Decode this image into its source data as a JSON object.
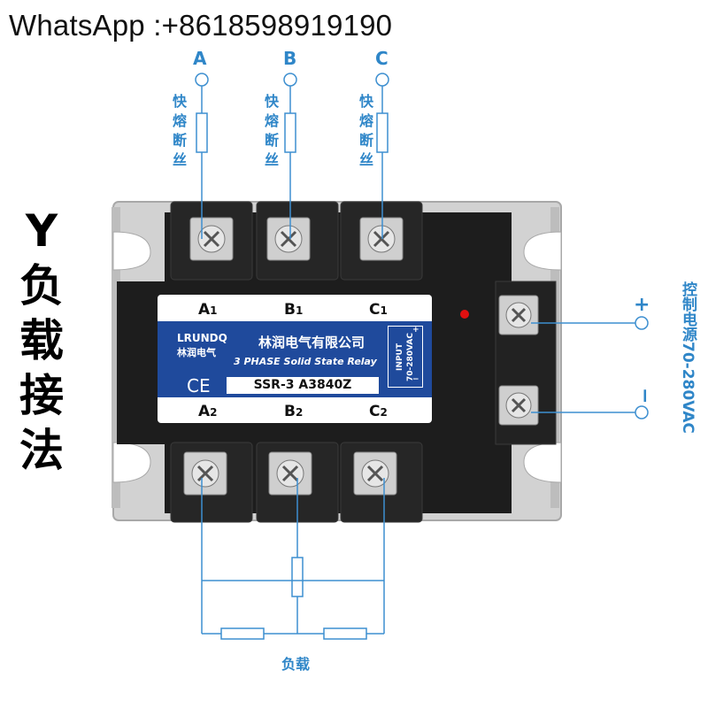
{
  "watermark": "WhatsApp :+8618598919190",
  "title_chars": [
    "Y",
    "负",
    "载",
    "接",
    "法"
  ],
  "phases_top": [
    "A",
    "B",
    "C"
  ],
  "fuse_label_chars": [
    "快",
    "熔",
    "断",
    "丝"
  ],
  "control_label": "控制电源70-280VAC",
  "control_plus": "+",
  "control_minus": "−",
  "load_label": "负载",
  "terminals_top": [
    {
      "letter": "A",
      "sub": "1"
    },
    {
      "letter": "B",
      "sub": "1"
    },
    {
      "letter": "C",
      "sub": "1"
    }
  ],
  "terminals_bottom": [
    {
      "letter": "A",
      "sub": "2"
    },
    {
      "letter": "B",
      "sub": "2"
    },
    {
      "letter": "C",
      "sub": "2"
    }
  ],
  "brand": "LRUNDQ",
  "brand_cn": "林润电气",
  "company": "林润电气有限公司",
  "subtitle": "3 PHASE Solid State Relay",
  "ce_mark": "CE",
  "model": "SSR-3 A3840Z",
  "input_label": "INPUT",
  "input_range": "70-280VAC",
  "input_plus": "+",
  "input_minus": "−",
  "colors": {
    "wire": "#3d8fd0",
    "label_blue": "#2f86c8",
    "housing": "#1d1d1d",
    "label_panel": "#1f4a9c",
    "indicator": "#e01010"
  }
}
